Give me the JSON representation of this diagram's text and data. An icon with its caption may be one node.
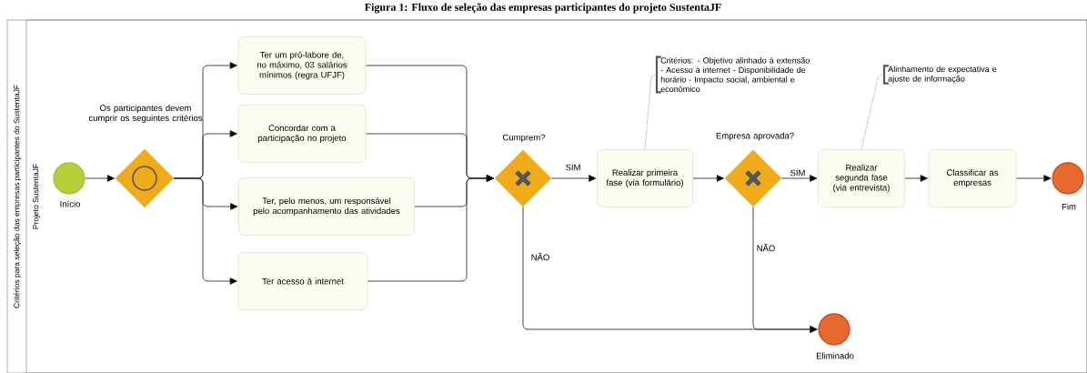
{
  "diagram": {
    "title": "Figura 1: Fluxo de seleção das empresas participantes do projeto SustentaJF",
    "nodes": [
      {
        "text": [
          "Critérios para seleção das empresas participantes do SustentaJF"
        ]
      },
      {
        "text": [
          "Projeto SustentaJF"
        ],
        "in": 0
      },
      {
        "text": [],
        "shape": "circle",
        "beside": [
          "Início"
        ],
        "in": 1
      },
      {
        "text": [],
        "shape": "diamond",
        "beside": [
          "Os participantes devem cumprir os seguintes critérios"
        ],
        "in": 1
      },
      {
        "text": [
          "Ter um pró-labore de, no máximo, 03 salários mínimos (regra UFJF)"
        ],
        "in": 1
      },
      {
        "text": [
          "Concordar com a participação no projeto"
        ],
        "in": 1
      },
      {
        "text": [
          "Ter, pelo menos, um responsável pelo acompanhamento das atividades"
        ],
        "in": 1
      },
      {
        "text": [
          "Ter acesso à internet"
        ],
        "in": 1
      },
      {
        "text": [],
        "shape": "diamond",
        "beside": [
          "Cumprem?"
        ],
        "in": 1
      },
      {
        "text": [
          "Realizar primeira fase (via formulário)"
        ],
        "in": 1
      },
      {
        "text": [],
        "shape": "diamond",
        "beside": [
          "Empresa aprovada?"
        ],
        "in": 1
      },
      {
        "text": [
          "Realizar segunda fase (via entrevista)"
        ],
        "in": 1
      },
      {
        "text": [
          "Classificar as empresas"
        ],
        "in": 1
      },
      {
        "text": [],
        "shape": "circle",
        "beside": [
          "Fim"
        ],
        "in": 1
      },
      {
        "text": [],
        "shape": "circle",
        "beside": [
          "Eliminado"
        ],
        "in": 1
      },
      {
        "text": [
          "Critérios: - Objetivo alinhado à extensão - Acesso à internet - Disponibilidade de horário - Impacto social, ambiental e econômico"
        ],
        "in": 1
      },
      {
        "text": [
          "Alinhamento de expectativa e ajuste de informação"
        ],
        "in": 1
      }
    ],
    "edges": [
      {
        "from": 2,
        "to": 3,
        "arrow": "to"
      },
      {
        "from": 3,
        "to": 4,
        "arrow": "to"
      },
      {
        "from": 3,
        "to": 5,
        "arrow": "to"
      },
      {
        "from": 3,
        "to": 6,
        "arrow": "to"
      },
      {
        "from": 3,
        "to": 7,
        "arrow": "to"
      },
      {
        "from": 4,
        "to": 8,
        "arrow": "to"
      },
      {
        "from": 5,
        "to": 8,
        "arrow": "to"
      },
      {
        "from": 6,
        "to": 8,
        "arrow": "to"
      },
      {
        "from": 7,
        "to": 8,
        "arrow": "to"
      },
      {
        "from": 8,
        "to": 9,
        "arrow": "to",
        "label": "SIM"
      },
      {
        "from": 9,
        "to": 10,
        "arrow": "to"
      },
      {
        "from": 10,
        "to": 11,
        "arrow": "to",
        "label": "SIM"
      },
      {
        "from": 11,
        "to": 12,
        "arrow": "to"
      },
      {
        "from": 12,
        "to": 13,
        "arrow": "to"
      },
      {
        "from": 8,
        "to": 14,
        "arrow": "to",
        "label": "NÃO"
      },
      {
        "from": 10,
        "to": 14,
        "arrow": "to",
        "label": "NÃO"
      },
      {
        "from": 15,
        "to": 9,
        "arrow": "none",
        "style": "dashed"
      },
      {
        "from": 16,
        "to": 11,
        "arrow": "none",
        "style": "dashed"
      }
    ]
  }
}
